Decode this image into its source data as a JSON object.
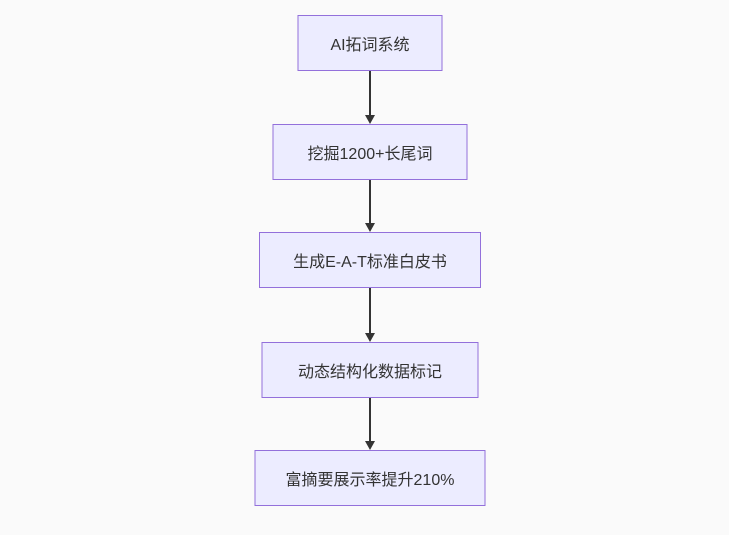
{
  "diagram": {
    "type": "flowchart",
    "direction": "top-down",
    "nodes": [
      {
        "id": "A",
        "label": "AI拓词系统"
      },
      {
        "id": "B",
        "label": "挖掘1200+长尾词"
      },
      {
        "id": "C",
        "label": "生成E-A-T标准白皮书"
      },
      {
        "id": "D",
        "label": "动态结构化数据标记"
      },
      {
        "id": "E",
        "label": "富摘要展示率提升210%"
      }
    ],
    "edges": [
      {
        "from": "A",
        "to": "B"
      },
      {
        "from": "B",
        "to": "C"
      },
      {
        "from": "C",
        "to": "D"
      },
      {
        "from": "D",
        "to": "E"
      }
    ],
    "colors": {
      "background": "#fafafa",
      "node_fill": "#ECECFF",
      "node_border": "#9370DB",
      "node_text": "#333333",
      "edge": "#333333"
    }
  }
}
